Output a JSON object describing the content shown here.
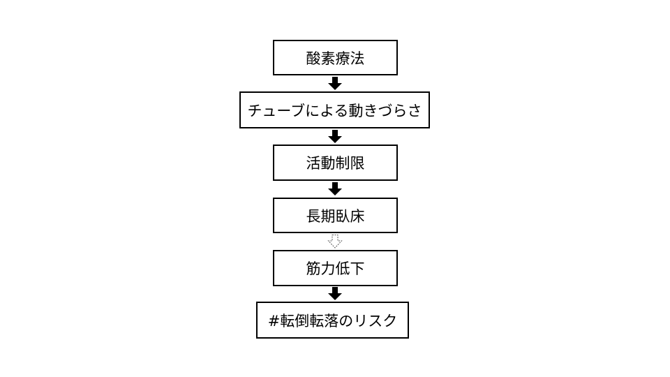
{
  "flowchart": {
    "steps": [
      {
        "label": "酸素療法"
      },
      {
        "label": "チューブによる動きづらさ"
      },
      {
        "label": "活動制限"
      },
      {
        "label": "長期臥床"
      },
      {
        "label": "筋力低下"
      },
      {
        "label": "#転倒転落のリスク"
      }
    ],
    "connectors": [
      {
        "style": "solid"
      },
      {
        "style": "solid"
      },
      {
        "style": "solid"
      },
      {
        "style": "dashed"
      },
      {
        "style": "solid"
      }
    ]
  }
}
